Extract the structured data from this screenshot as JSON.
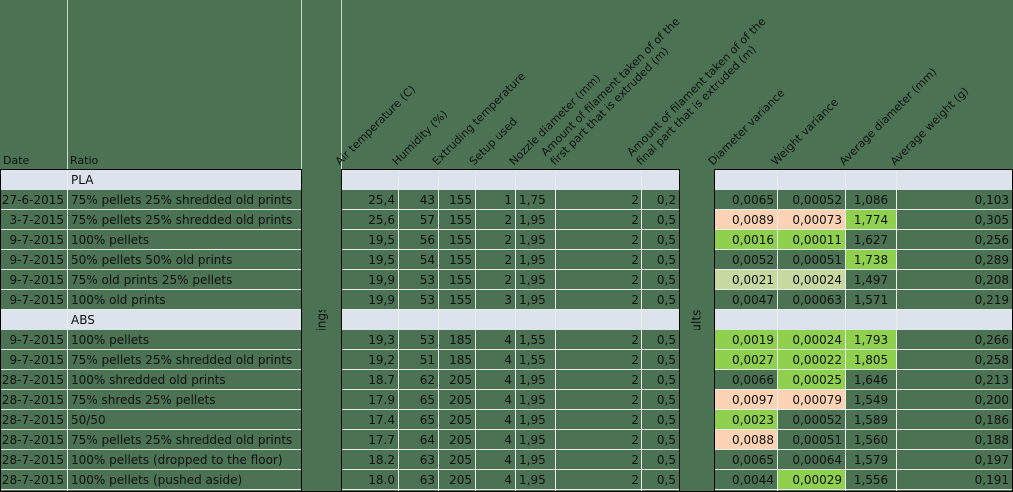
{
  "sheet": {
    "colors": {
      "background": "#4a7253",
      "section_header": "#dce3ec",
      "highlight_good": "#8fd14f",
      "highlight_medium": "#c7d8a1",
      "highlight_bad": "#fbd3b4",
      "gridline": "#e8efe8",
      "outline": "#000000"
    },
    "flat_headers": {
      "date": "Date",
      "ratio": "Ratio"
    },
    "group_labels": {
      "settings": "Settings",
      "results": "Results"
    },
    "rotated_headers": [
      "Air temperature (C)",
      "Humidity (%)",
      "Extruding temperature",
      "Setup used",
      "Nozzle diameter (mm)",
      "Amount of filament taken of of the\nfirst part that is extruded (m)",
      "Amount of filament taken of of the\nfinal part that is extruded (m)",
      "Diameter variance",
      "Weight variance",
      "Average diameter (mm)",
      "Average weight (g)"
    ],
    "sections": [
      {
        "label": "PLA",
        "rows": [
          {
            "date": "27-6-2015",
            "ratio": "75% pellets 25% shredded old prints",
            "air_temperature": "25,4",
            "humidity": "43",
            "extruding_temperature": "155",
            "setup_used": "1",
            "nozzle_diameter": "1,75",
            "filament_first_part": "2",
            "filament_final_part": "0,2",
            "diameter_variance": "0,0065",
            "weight_variance": "0,00052",
            "average_diameter": "1,086",
            "average_weight": "0,103",
            "hl": {
              "diameter_variance": "",
              "weight_variance": "",
              "average_diameter": ""
            }
          },
          {
            "date": "3-7-2015",
            "ratio": "75% pellets 25% shredded old prints",
            "air_temperature": "25,6",
            "humidity": "57",
            "extruding_temperature": "155",
            "setup_used": "2",
            "nozzle_diameter": "1,95",
            "filament_first_part": "2",
            "filament_final_part": "0,5",
            "diameter_variance": "0,0089",
            "weight_variance": "0,00073",
            "average_diameter": "1,774",
            "average_weight": "0,305",
            "hl": {
              "diameter_variance": "hl-peach",
              "weight_variance": "hl-peach",
              "average_diameter": "hl-green"
            }
          },
          {
            "date": "9-7-2015",
            "ratio": "100% pellets",
            "air_temperature": "19,5",
            "humidity": "56",
            "extruding_temperature": "155",
            "setup_used": "2",
            "nozzle_diameter": "1,95",
            "filament_first_part": "2",
            "filament_final_part": "0,5",
            "diameter_variance": "0,0016",
            "weight_variance": "0,00011",
            "average_diameter": "1,627",
            "average_weight": "0,256",
            "hl": {
              "diameter_variance": "hl-green",
              "weight_variance": "hl-green",
              "average_diameter": ""
            }
          },
          {
            "date": "9-7-2015",
            "ratio": "50% pellets 50% old prints",
            "air_temperature": "19,5",
            "humidity": "54",
            "extruding_temperature": "155",
            "setup_used": "2",
            "nozzle_diameter": "1,95",
            "filament_first_part": "2",
            "filament_final_part": "0,5",
            "diameter_variance": "0,0052",
            "weight_variance": "0,00051",
            "average_diameter": "1,738",
            "average_weight": "0,289",
            "hl": {
              "diameter_variance": "",
              "weight_variance": "",
              "average_diameter": "hl-green"
            }
          },
          {
            "date": "9-7-2015",
            "ratio": "75% old prints 25% pellets",
            "air_temperature": "19,9",
            "humidity": "53",
            "extruding_temperature": "155",
            "setup_used": "2",
            "nozzle_diameter": "1,95",
            "filament_first_part": "2",
            "filament_final_part": "0,5",
            "diameter_variance": "0,0021",
            "weight_variance": "0,00024",
            "average_diameter": "1,497",
            "average_weight": "0,208",
            "hl": {
              "diameter_variance": "hl-palegreen",
              "weight_variance": "hl-palegreen",
              "average_diameter": ""
            }
          },
          {
            "date": "9-7-2015",
            "ratio": "100% old prints",
            "air_temperature": "19,9",
            "humidity": "53",
            "extruding_temperature": "155",
            "setup_used": "3",
            "nozzle_diameter": "1,95",
            "filament_first_part": "2",
            "filament_final_part": "0,5",
            "diameter_variance": "0,0047",
            "weight_variance": "0,00063",
            "average_diameter": "1,571",
            "average_weight": "0,219",
            "hl": {
              "diameter_variance": "",
              "weight_variance": "",
              "average_diameter": ""
            }
          }
        ]
      },
      {
        "label": "ABS",
        "rows": [
          {
            "date": "9-7-2015",
            "ratio": "100% pellets",
            "air_temperature": "19,3",
            "humidity": "53",
            "extruding_temperature": "185",
            "setup_used": "4",
            "nozzle_diameter": "1,55",
            "filament_first_part": "2",
            "filament_final_part": "0,5",
            "diameter_variance": "0,0019",
            "weight_variance": "0,00024",
            "average_diameter": "1,793",
            "average_weight": "0,266",
            "hl": {
              "diameter_variance": "hl-green",
              "weight_variance": "hl-green",
              "average_diameter": "hl-green"
            }
          },
          {
            "date": "9-7-2015",
            "ratio": "75% pellets 25% shredded old prints",
            "air_temperature": "19,2",
            "humidity": "51",
            "extruding_temperature": "185",
            "setup_used": "4",
            "nozzle_diameter": "1,55",
            "filament_first_part": "2",
            "filament_final_part": "0,5",
            "diameter_variance": "0,0027",
            "weight_variance": "0,00022",
            "average_diameter": "1,805",
            "average_weight": "0,258",
            "hl": {
              "diameter_variance": "hl-green",
              "weight_variance": "hl-green",
              "average_diameter": "hl-green"
            }
          },
          {
            "date": "28-7-2015",
            "ratio": "100% shredded old prints",
            "air_temperature": "18.7",
            "humidity": "62",
            "extruding_temperature": "205",
            "setup_used": "4",
            "nozzle_diameter": "1,95",
            "filament_first_part": "2",
            "filament_final_part": "0,5",
            "diameter_variance": "0,0066",
            "weight_variance": "0,00025",
            "average_diameter": "1,646",
            "average_weight": "0,213",
            "hl": {
              "diameter_variance": "",
              "weight_variance": "hl-green",
              "average_diameter": ""
            }
          },
          {
            "date": "28-7-2015",
            "ratio": "75% shreds 25% pellets",
            "air_temperature": "17.9",
            "humidity": "65",
            "extruding_temperature": "205",
            "setup_used": "4",
            "nozzle_diameter": "1,95",
            "filament_first_part": "2",
            "filament_final_part": "0,5",
            "diameter_variance": "0,0097",
            "weight_variance": "0,00079",
            "average_diameter": "1,549",
            "average_weight": "0,200",
            "hl": {
              "diameter_variance": "hl-peach",
              "weight_variance": "hl-peach",
              "average_diameter": ""
            }
          },
          {
            "date": "28-7-2015",
            "ratio": "50/50",
            "air_temperature": "17.4",
            "humidity": "65",
            "extruding_temperature": "205",
            "setup_used": "4",
            "nozzle_diameter": "1,95",
            "filament_first_part": "2",
            "filament_final_part": "0,5",
            "diameter_variance": "0,0023",
            "weight_variance": "0,00052",
            "average_diameter": "1,589",
            "average_weight": "0,186",
            "hl": {
              "diameter_variance": "hl-green",
              "weight_variance": "",
              "average_diameter": ""
            }
          },
          {
            "date": "28-7-2015",
            "ratio": "75% pellets 25% shredded old prints",
            "air_temperature": "17.7",
            "humidity": "64",
            "extruding_temperature": "205",
            "setup_used": "4",
            "nozzle_diameter": "1,95",
            "filament_first_part": "2",
            "filament_final_part": "0,5",
            "diameter_variance": "0,0088",
            "weight_variance": "0,00051",
            "average_diameter": "1,560",
            "average_weight": "0,188",
            "hl": {
              "diameter_variance": "hl-peach",
              "weight_variance": "",
              "average_diameter": ""
            }
          },
          {
            "date": "28-7-2015",
            "ratio": "100% pellets (dropped to the floor)",
            "air_temperature": "18.2",
            "humidity": "63",
            "extruding_temperature": "205",
            "setup_used": "4",
            "nozzle_diameter": "1,95",
            "filament_first_part": "2",
            "filament_final_part": "0,5",
            "diameter_variance": "0,0065",
            "weight_variance": "0,00064",
            "average_diameter": "1,579",
            "average_weight": "0,197",
            "hl": {
              "diameter_variance": "",
              "weight_variance": "",
              "average_diameter": ""
            }
          },
          {
            "date": "28-7-2015",
            "ratio": "100% pellets (pushed aside)",
            "air_temperature": "18.0",
            "humidity": "63",
            "extruding_temperature": "205",
            "setup_used": "4",
            "nozzle_diameter": "1,95",
            "filament_first_part": "2",
            "filament_final_part": "0,5",
            "diameter_variance": "0,0044",
            "weight_variance": "0,00029",
            "average_diameter": "1,556",
            "average_weight": "0,191",
            "hl": {
              "diameter_variance": "",
              "weight_variance": "hl-green",
              "average_diameter": ""
            }
          }
        ]
      }
    ]
  }
}
